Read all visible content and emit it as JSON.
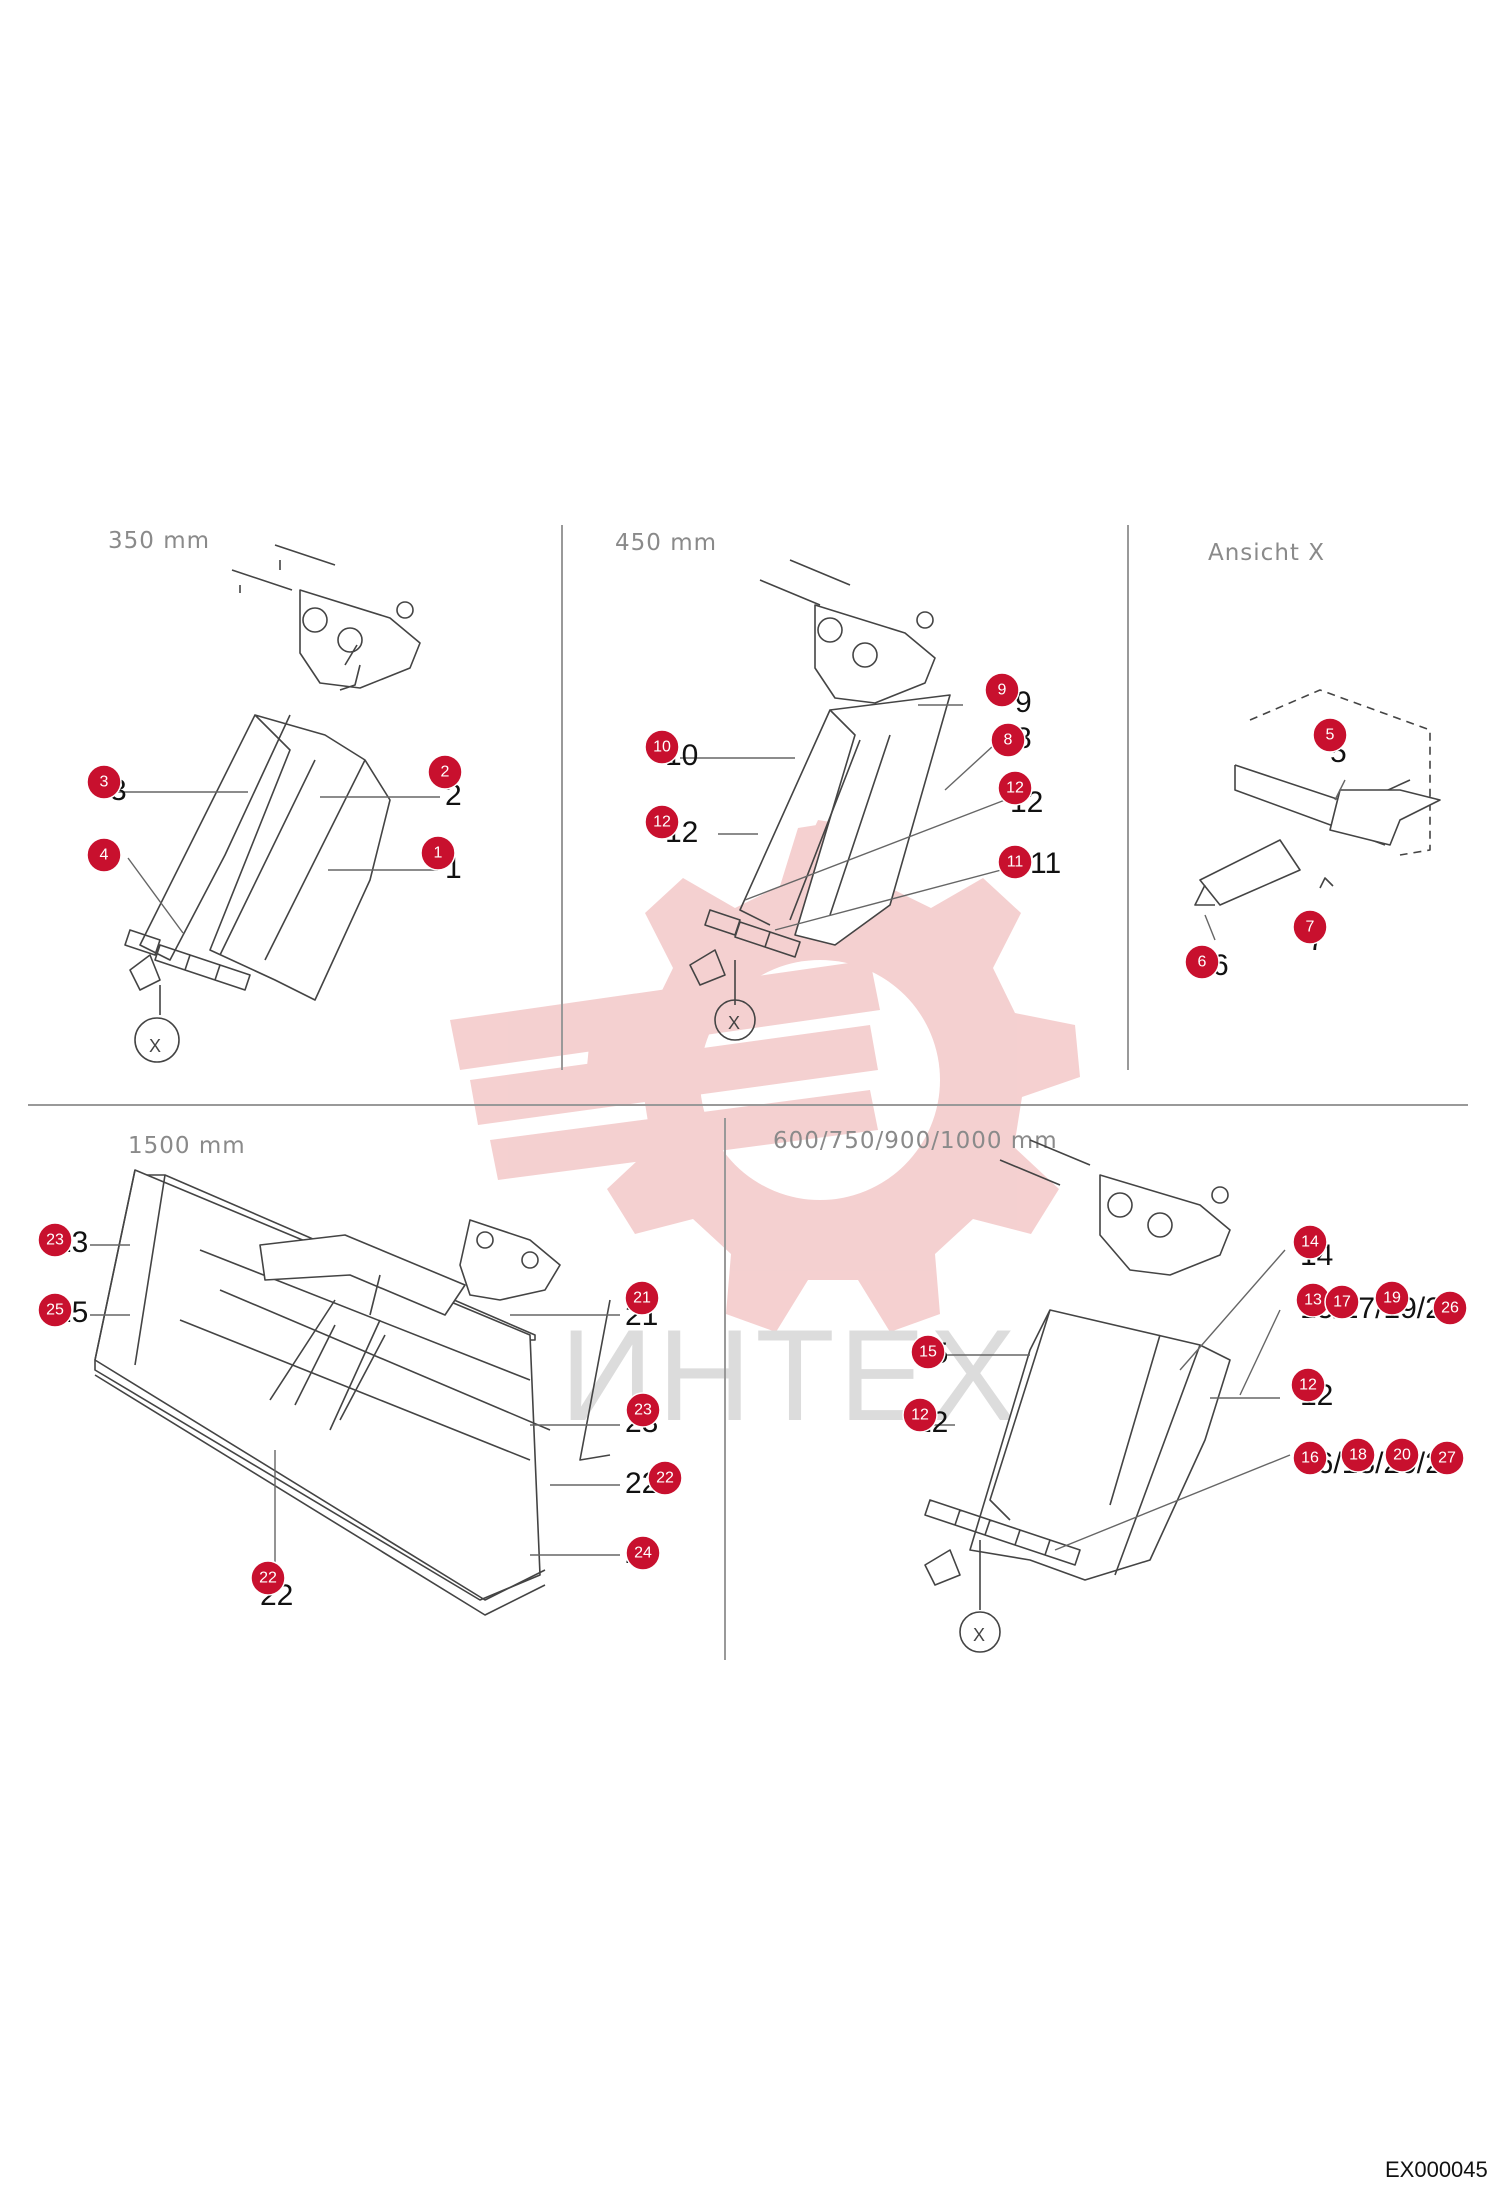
{
  "sections": {
    "s350": "350  mm",
    "s450": "450  mm",
    "ansicht": "Ansicht  X",
    "s1500": "1500  mm",
    "s600": "600/750/900/1000  mm"
  },
  "view_marker": "X",
  "watermark": {
    "text": "ИНТЕХ",
    "color": "#f3c8c8"
  },
  "doc_code": "EX000045",
  "accent": "#c8102e",
  "callouts": [
    {
      "id": "c1",
      "label": "1"
    },
    {
      "id": "c2",
      "label": "2"
    },
    {
      "id": "c3",
      "label": "3"
    },
    {
      "id": "c4",
      "label": "4"
    },
    {
      "id": "c5",
      "label": "5"
    },
    {
      "id": "c6",
      "label": "6"
    },
    {
      "id": "c7",
      "label": "7"
    },
    {
      "id": "c8",
      "label": "8"
    },
    {
      "id": "c9",
      "label": "9"
    },
    {
      "id": "c10",
      "label": "10"
    },
    {
      "id": "c11",
      "label": "11"
    },
    {
      "id": "c12a",
      "label": "12"
    },
    {
      "id": "c12b",
      "label": "12"
    },
    {
      "id": "c12c",
      "label": "12"
    },
    {
      "id": "c12d",
      "label": "12"
    },
    {
      "id": "c13",
      "label": "13"
    },
    {
      "id": "c14",
      "label": "14"
    },
    {
      "id": "c15",
      "label": "15"
    },
    {
      "id": "c16",
      "label": "16"
    },
    {
      "id": "c17",
      "label": "17"
    },
    {
      "id": "c18",
      "label": "18"
    },
    {
      "id": "c19",
      "label": "19"
    },
    {
      "id": "c20",
      "label": "20"
    },
    {
      "id": "c21",
      "label": "21"
    },
    {
      "id": "c22a",
      "label": "22"
    },
    {
      "id": "c22b",
      "label": "22"
    },
    {
      "id": "c23a",
      "label": "23"
    },
    {
      "id": "c23b",
      "label": "23"
    },
    {
      "id": "c24",
      "label": "24"
    },
    {
      "id": "c25",
      "label": "25"
    },
    {
      "id": "c26",
      "label": "26"
    },
    {
      "id": "c27",
      "label": "27"
    }
  ]
}
